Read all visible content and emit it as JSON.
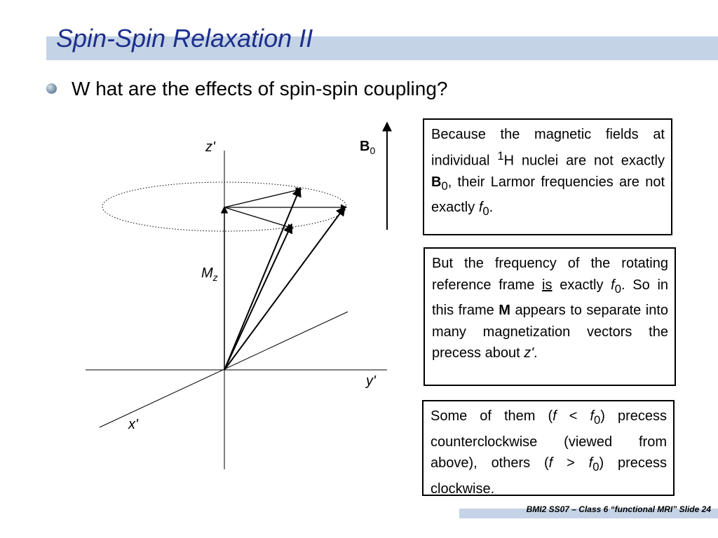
{
  "slide": {
    "title": "Spin-Spin Relaxation II",
    "bullet": "W hat are the effects of spin-spin coupling?",
    "footer": "BMI2 SS07 – Class 6 “functional MRI” Slide 24"
  },
  "diagram": {
    "axis_z": "z'",
    "axis_y": "y'",
    "axis_x": "x'",
    "mz_main": "M",
    "mz_sub": "z",
    "b0_main": "B",
    "b0_sub": "0"
  },
  "boxes": {
    "box1": {
      "t1": "Because the magnetic fields at individual ",
      "sup1": "1",
      "t2": "H nuclei are not exactly ",
      "b1": "B",
      "sub1": "0",
      "t3": ", their Larmor frequencies are not exactly ",
      "i1": "f",
      "sub2": "0",
      "t4": "."
    },
    "box2": {
      "t1": "But the frequency of the rotating reference frame ",
      "u1": "is",
      "t2": " exactly ",
      "i1": "f",
      "sub1": "0",
      "t3": ".  So in this frame ",
      "b1": "M",
      "t4": " appears to separate into many magnetization vectors the precess about ",
      "i2": "z'",
      "t5": "."
    },
    "box3": {
      "t1": "Some of them (",
      "i1": "f",
      "t2": " < ",
      "i2": "f",
      "sub1": "0",
      "t3": ") precess counterclockwise (viewed from above), others (",
      "i3": "f",
      "t4": " > ",
      "i4": "f",
      "sub2": "0",
      "t5": ") precess clockwise."
    }
  }
}
